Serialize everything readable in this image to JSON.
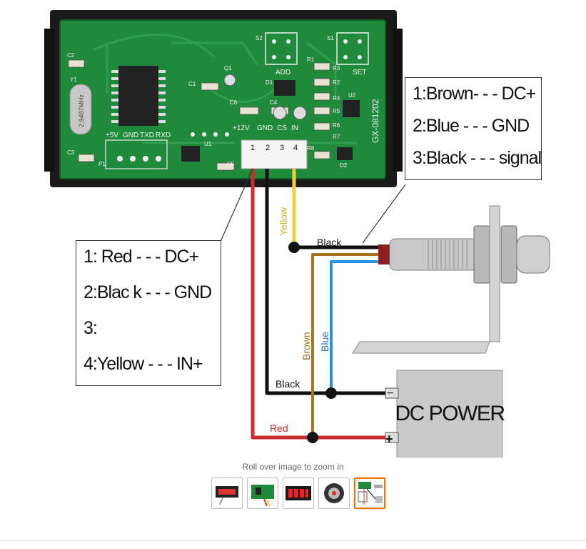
{
  "board": {
    "model": "GX-081202",
    "header_labels": [
      "+5V",
      "GND",
      "TXD",
      "RXD"
    ],
    "input_labels": [
      "+12V",
      "GND",
      "CS",
      "IN"
    ],
    "pin_numbers": [
      "1",
      "2",
      "3",
      "4"
    ],
    "button_labels": [
      "ADD",
      "SET"
    ],
    "switch_labels": [
      "S2",
      "S1"
    ],
    "component_labels": [
      "C2",
      "Y1",
      "C3",
      "P1",
      "C1",
      "Q1",
      "D1",
      "C6",
      "C4",
      "U1",
      "C5",
      "R1",
      "R2",
      "R3",
      "R4",
      "R5",
      "R6",
      "R7",
      "U2",
      "R8",
      "D2"
    ],
    "crystal_text": "2.9487MHz"
  },
  "sensor_box": {
    "lines": [
      "1:Brown- - - DC+",
      "2:Blue - - - GND",
      "3:Black - - - signal"
    ]
  },
  "meter_box": {
    "lines": [
      "1: Red - - - DC+",
      "2:Blac k - - - GND",
      "3:",
      "4:Yellow - - - IN+"
    ]
  },
  "wires": {
    "yellow_label": "Yellow",
    "black_top_label": "Black",
    "brown_label": "Brown",
    "blue_label": "Blue",
    "black_bottom_label": "Black",
    "red_label": "Red"
  },
  "power": {
    "label": "DC POWER",
    "minus": "−",
    "plus": "+"
  },
  "colors": {
    "pcb": "#1f8a3c",
    "pcb_dark": "#0f5c27",
    "case": "#1a1a1a",
    "red_wire": "#cc2b2b",
    "black_wire": "#111111",
    "yellow_wire": "#f2d03b",
    "brown_wire": "#a8741f",
    "blue_wire": "#2b8ee0",
    "power_box": "#c9c9c9"
  },
  "zoom_hint": "Roll over image to zoom in",
  "thumbnails": [
    {
      "name": "thumb-display",
      "selected": false
    },
    {
      "name": "thumb-pcb",
      "selected": false
    },
    {
      "name": "thumb-red-display",
      "selected": false
    },
    {
      "name": "thumb-sensor",
      "selected": false
    },
    {
      "name": "thumb-wiring",
      "selected": true
    }
  ]
}
